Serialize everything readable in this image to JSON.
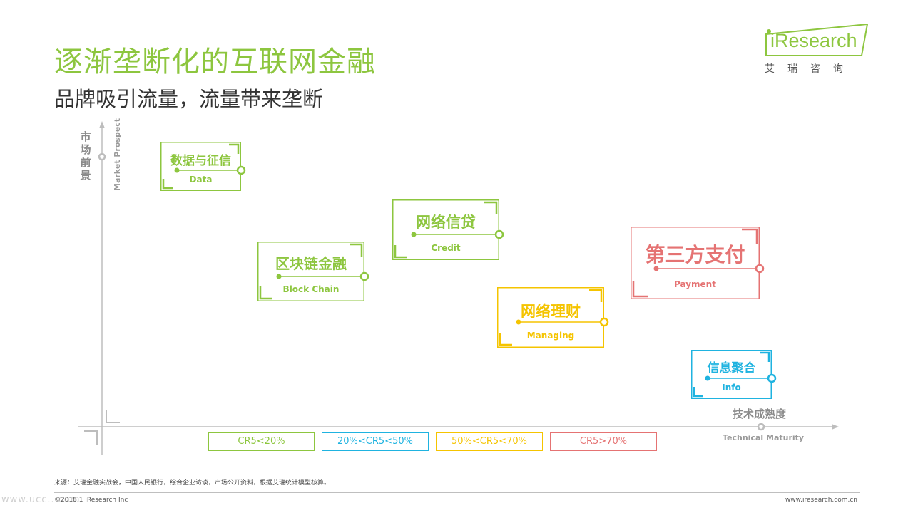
{
  "header": {
    "title": "逐渐垄断化的互联网金融",
    "subtitle": "品牌吸引流量，流量带来垄断"
  },
  "logo": {
    "prefix": "i",
    "name": "Research",
    "cn": "艾瑞咨询",
    "color": "#8dc63f"
  },
  "axes": {
    "y_label_cn": "市场前景",
    "y_label_en": "Market Prospect",
    "x_label_cn": "技术成熟度",
    "x_label_en": "Technical Maturity"
  },
  "cards": [
    {
      "id": "data",
      "cn": "数据与征信",
      "en": "Data",
      "color": "#8dc63f"
    },
    {
      "id": "blockchain",
      "cn": "区块链金融",
      "en": "Block Chain",
      "color": "#8dc63f"
    },
    {
      "id": "credit",
      "cn": "网络信贷",
      "en": "Credit",
      "color": "#8dc63f"
    },
    {
      "id": "payment",
      "cn": "第三方支付",
      "en": "Payment",
      "color": "#e57373"
    },
    {
      "id": "managing",
      "cn": "网络理财",
      "en": "Managing",
      "color": "#f5c400"
    },
    {
      "id": "info",
      "cn": "信息聚合",
      "en": "Info",
      "color": "#1fb3e0"
    }
  ],
  "legend": [
    {
      "label": "CR5<20%",
      "color": "#8dc63f"
    },
    {
      "label": "20%<CR5<50%",
      "color": "#1fb3e0"
    },
    {
      "label": "50%<CR5<70%",
      "color": "#f5c400"
    },
    {
      "label": "CR5>70%",
      "color": "#e57373"
    }
  ],
  "footer": {
    "source": "来源：艾瑞金融实战会，中国人民银行，综合企业访谈，市场公开资料，根据艾瑞统计模型核算。",
    "copyright": "©2018.1 iResearch Inc",
    "website": "www.iresearch.com.cn",
    "watermark": "www.ucc...com"
  }
}
